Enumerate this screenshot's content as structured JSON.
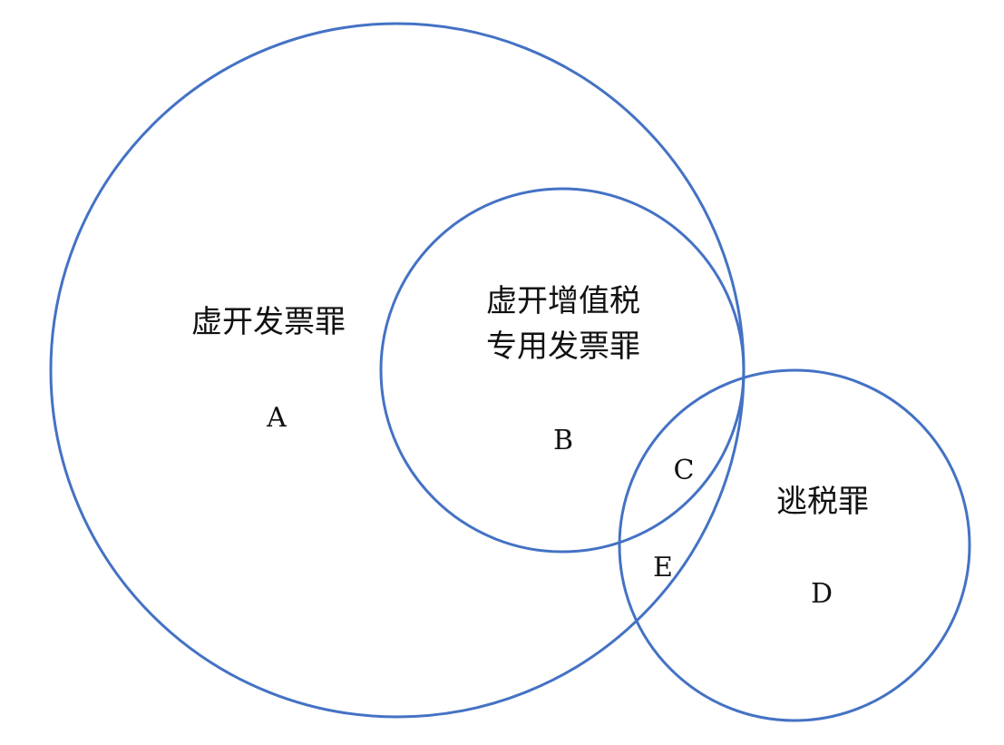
{
  "diagram": {
    "stroke_color": "#4472C4",
    "circles": {
      "invoice_crime": {
        "label": "虚开发票罪",
        "region": "A"
      },
      "vat_invoice_crime": {
        "label_line1": "虚开增值税",
        "label_line2": "专用发票罪",
        "region": "B"
      },
      "tax_evasion": {
        "label": "逃税罪",
        "region": "D"
      }
    },
    "overlaps": {
      "vat_and_tax": "C",
      "invoice_and_tax": "E"
    }
  }
}
